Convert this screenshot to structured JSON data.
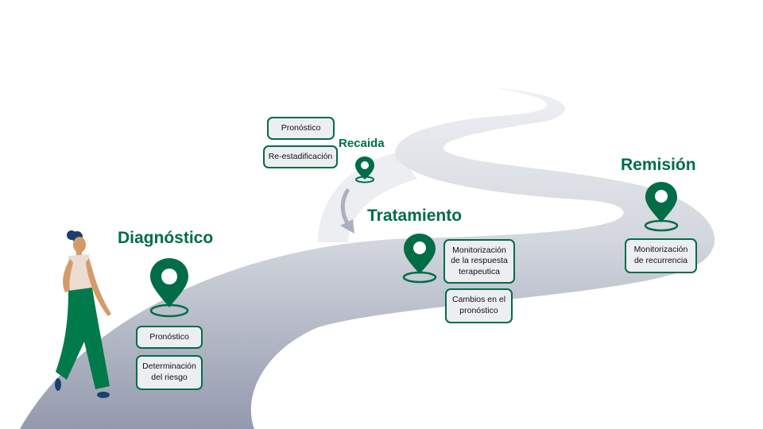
{
  "colors": {
    "brand": "#006d47",
    "road_light": "#e4e6ea",
    "road_dark": "#979cae"
  },
  "stages": {
    "diagnostico": {
      "title": "Diagnóstico",
      "items": [
        "Pronóstico",
        "Determinación del riesgo"
      ]
    },
    "recaida": {
      "title": "Recaida",
      "items": [
        "Pronóstico",
        "Re-estadificación"
      ]
    },
    "tratamiento": {
      "title": "Tratamiento",
      "items": [
        "Monitorización de la respuesta terapeutica",
        "Cambios en el pronóstico"
      ]
    },
    "remision": {
      "title": "Remisión",
      "items": [
        "Monitorización de recurrencia"
      ]
    }
  },
  "icons": [
    "location-pin-icon",
    "curved-arrow-icon",
    "walking-woman-illustration"
  ]
}
